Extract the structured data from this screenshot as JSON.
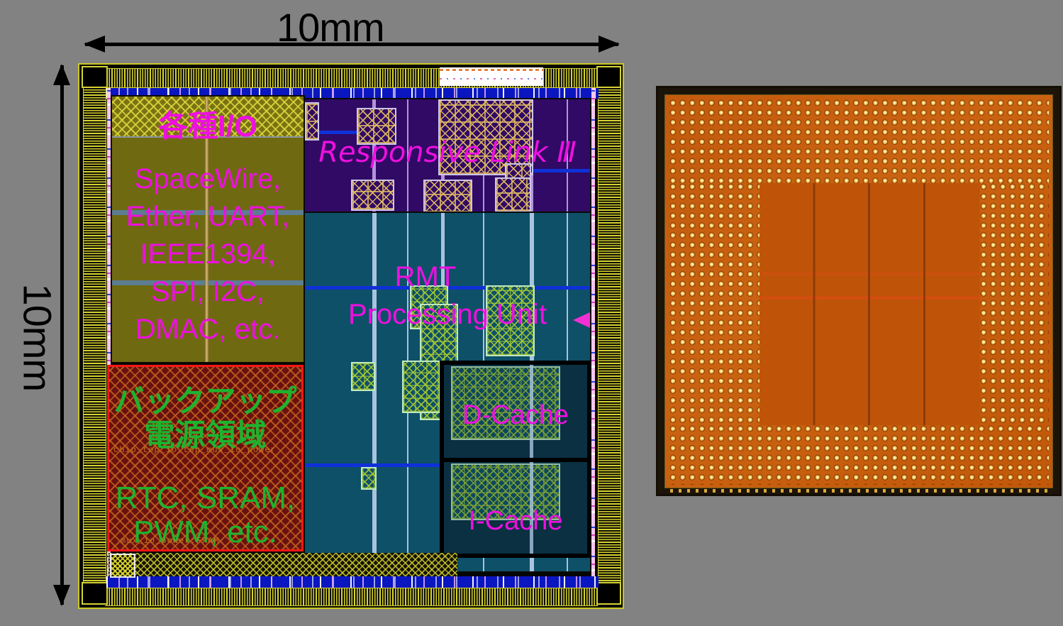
{
  "dimensions": {
    "width_label": "10mm",
    "height_label": "10mm"
  },
  "layout": {
    "io": {
      "title": "各種I/O",
      "lines": [
        "SpaceWire,",
        "Ether, UART,",
        "IEEE1394,",
        "SPI, I2C,",
        "DMAC, etc."
      ]
    },
    "responsive_link": {
      "label": "Responsive Link Ⅲ"
    },
    "rmt": {
      "line1": "RMT",
      "line2": "Processing Unit"
    },
    "d_cache": {
      "label": "D-Cache"
    },
    "i_cache": {
      "label": "I-Cache"
    },
    "backup": {
      "title1": "バックアップ",
      "title2": "電源領域",
      "note_top": "chip_top_io_top_mux_io_power",
      "line1": "RTC, SRAM,",
      "line2": "PWM, etc.",
      "note_bottom": "mux_io_power:FRAM"
    }
  },
  "colors": {
    "background": "#828282",
    "label_magenta": "#ee10e0",
    "label_green": "#1cb42e",
    "io_region": "#6f6a11",
    "responsive_link_region": "#300a64",
    "rmt_region": "#0e5068",
    "backup_region": "#681110",
    "backup_border": "#f81717",
    "pad_ring_yellow": "#d6d232",
    "blue_rail": "#0a16c0",
    "photo_orange": "#c75f10",
    "photo_bump_gold": "#e9b54a"
  }
}
